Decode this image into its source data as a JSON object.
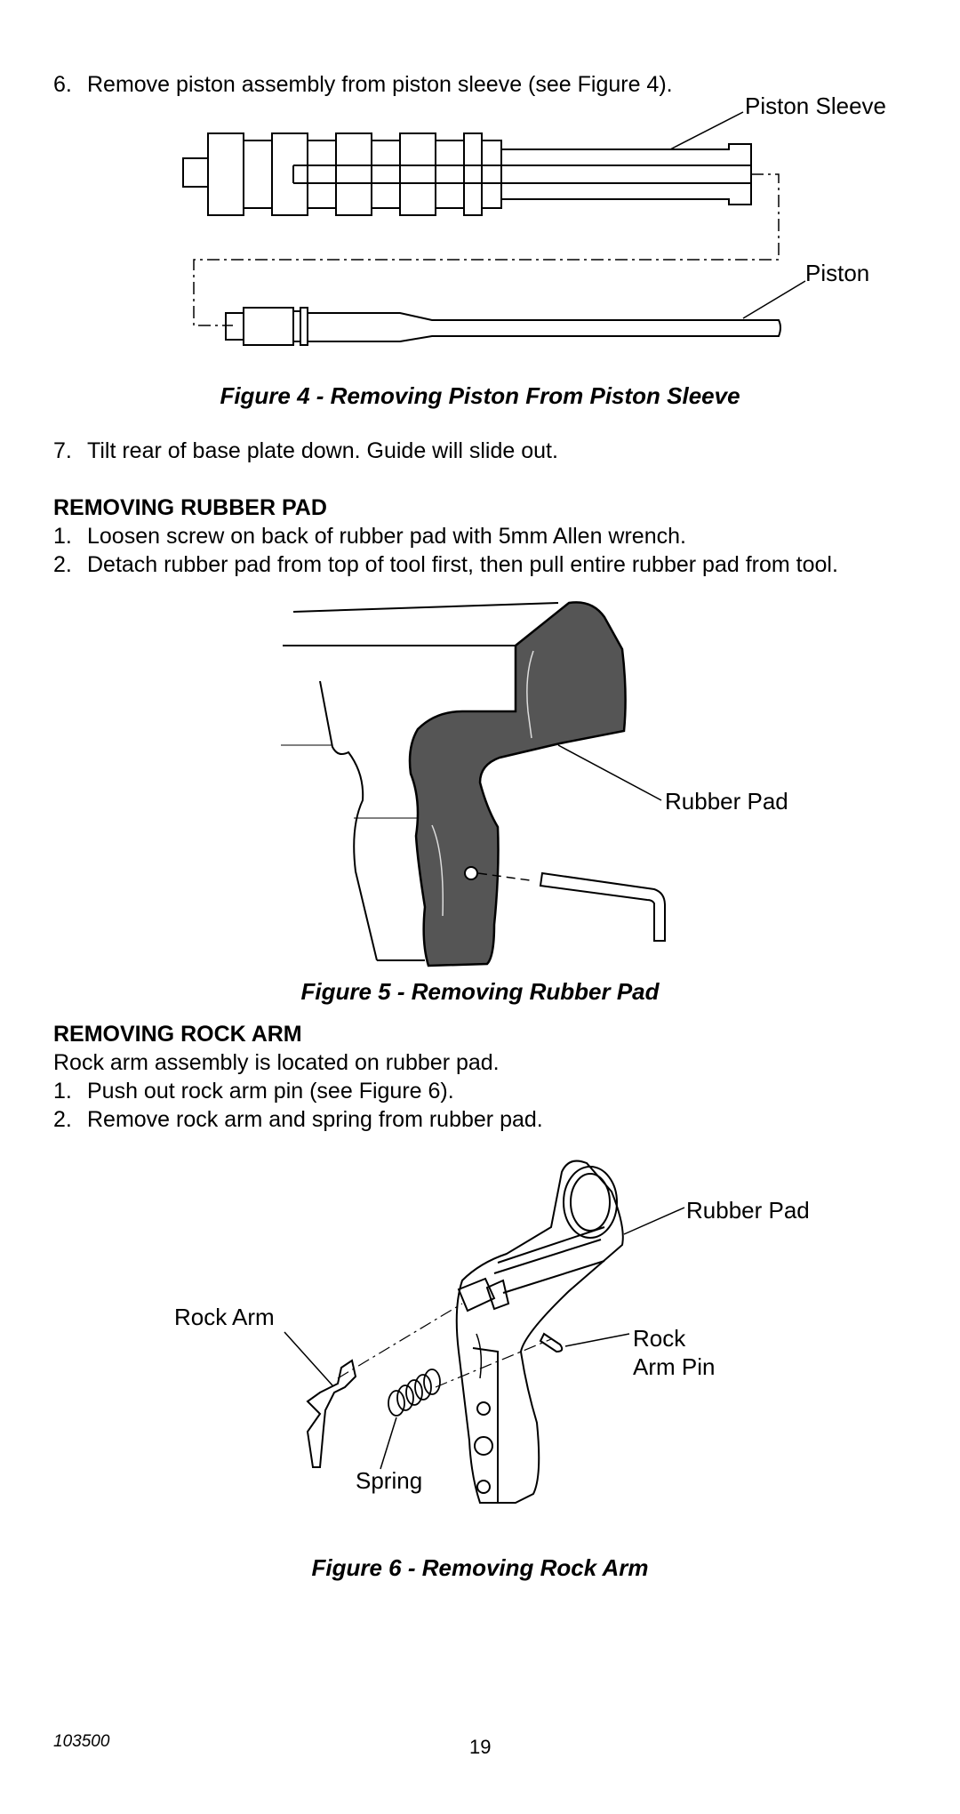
{
  "steps_a": [
    {
      "num": "6.",
      "text": "Remove piston assembly from piston sleeve (see Figure 4)."
    }
  ],
  "figure4": {
    "labels": {
      "sleeve": "Piston Sleeve",
      "piston": "Piston"
    },
    "caption": "Figure 4 - Removing Piston From Piston Sleeve"
  },
  "steps_b": [
    {
      "num": "7.",
      "text": "Tilt rear of base plate down. Guide will slide out."
    }
  ],
  "section_rubber_pad": {
    "heading": "REMOVING RUBBER PAD",
    "steps": [
      {
        "num": "1.",
        "text": "Loosen screw on back of rubber pad with 5mm Allen wrench."
      },
      {
        "num": "2.",
        "text": "Detach rubber pad from top of tool first, then pull entire rubber pad from tool."
      }
    ]
  },
  "figure5": {
    "labels": {
      "pad": "Rubber Pad"
    },
    "caption": "Figure 5 - Removing Rubber Pad"
  },
  "section_rock_arm": {
    "heading": "REMOVING ROCK ARM",
    "intro": "Rock arm assembly is located on rubber pad.",
    "steps": [
      {
        "num": "1.",
        "text": "Push out rock arm pin (see Figure 6)."
      },
      {
        "num": "2.",
        "text": "Remove rock arm and spring from rubber pad."
      }
    ]
  },
  "figure6": {
    "labels": {
      "pad": "Rubber Pad",
      "arm": "Rock Arm",
      "pin_1": "Rock",
      "pin_2": "Arm Pin",
      "spring": "Spring"
    },
    "caption": "Figure 6 - Removing Rock Arm"
  },
  "footer": {
    "doc_id": "103500",
    "page": "19"
  }
}
